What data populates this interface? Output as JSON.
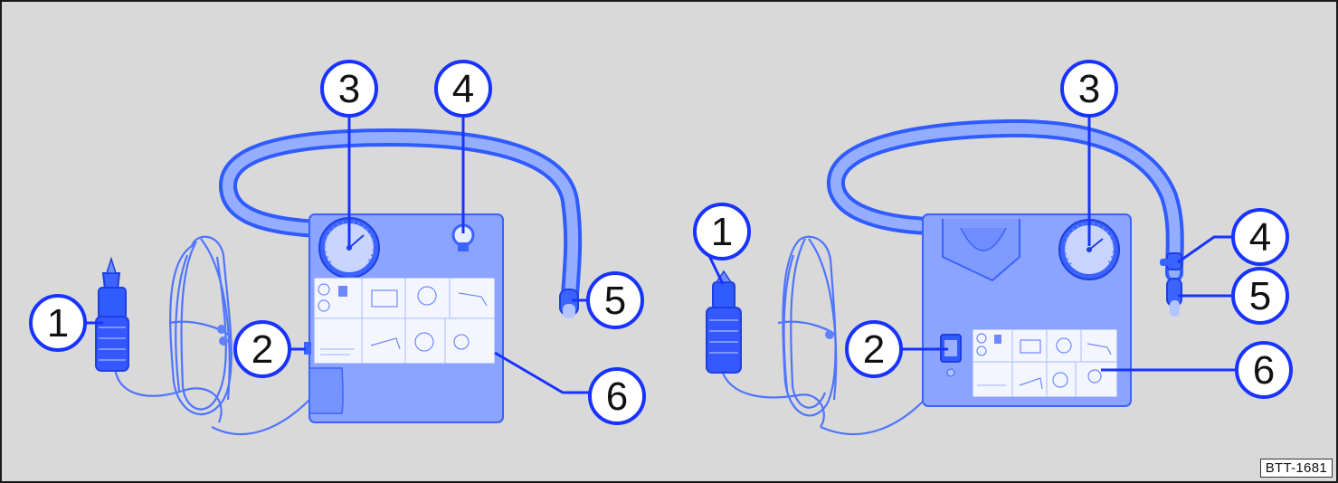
{
  "figure": {
    "reference_code": "BTT-1681",
    "colors": {
      "background": "#d9d9d9",
      "device_fill": "#7f9bff",
      "device_dark": "#2f5bff",
      "callout_stroke": "#1833ff",
      "label_card": "#f3f5ff"
    },
    "left_view": {
      "callouts": [
        "1",
        "2",
        "3",
        "4",
        "5",
        "6"
      ]
    },
    "right_view": {
      "callouts": [
        "1",
        "2",
        "3",
        "4",
        "5",
        "6"
      ]
    }
  }
}
